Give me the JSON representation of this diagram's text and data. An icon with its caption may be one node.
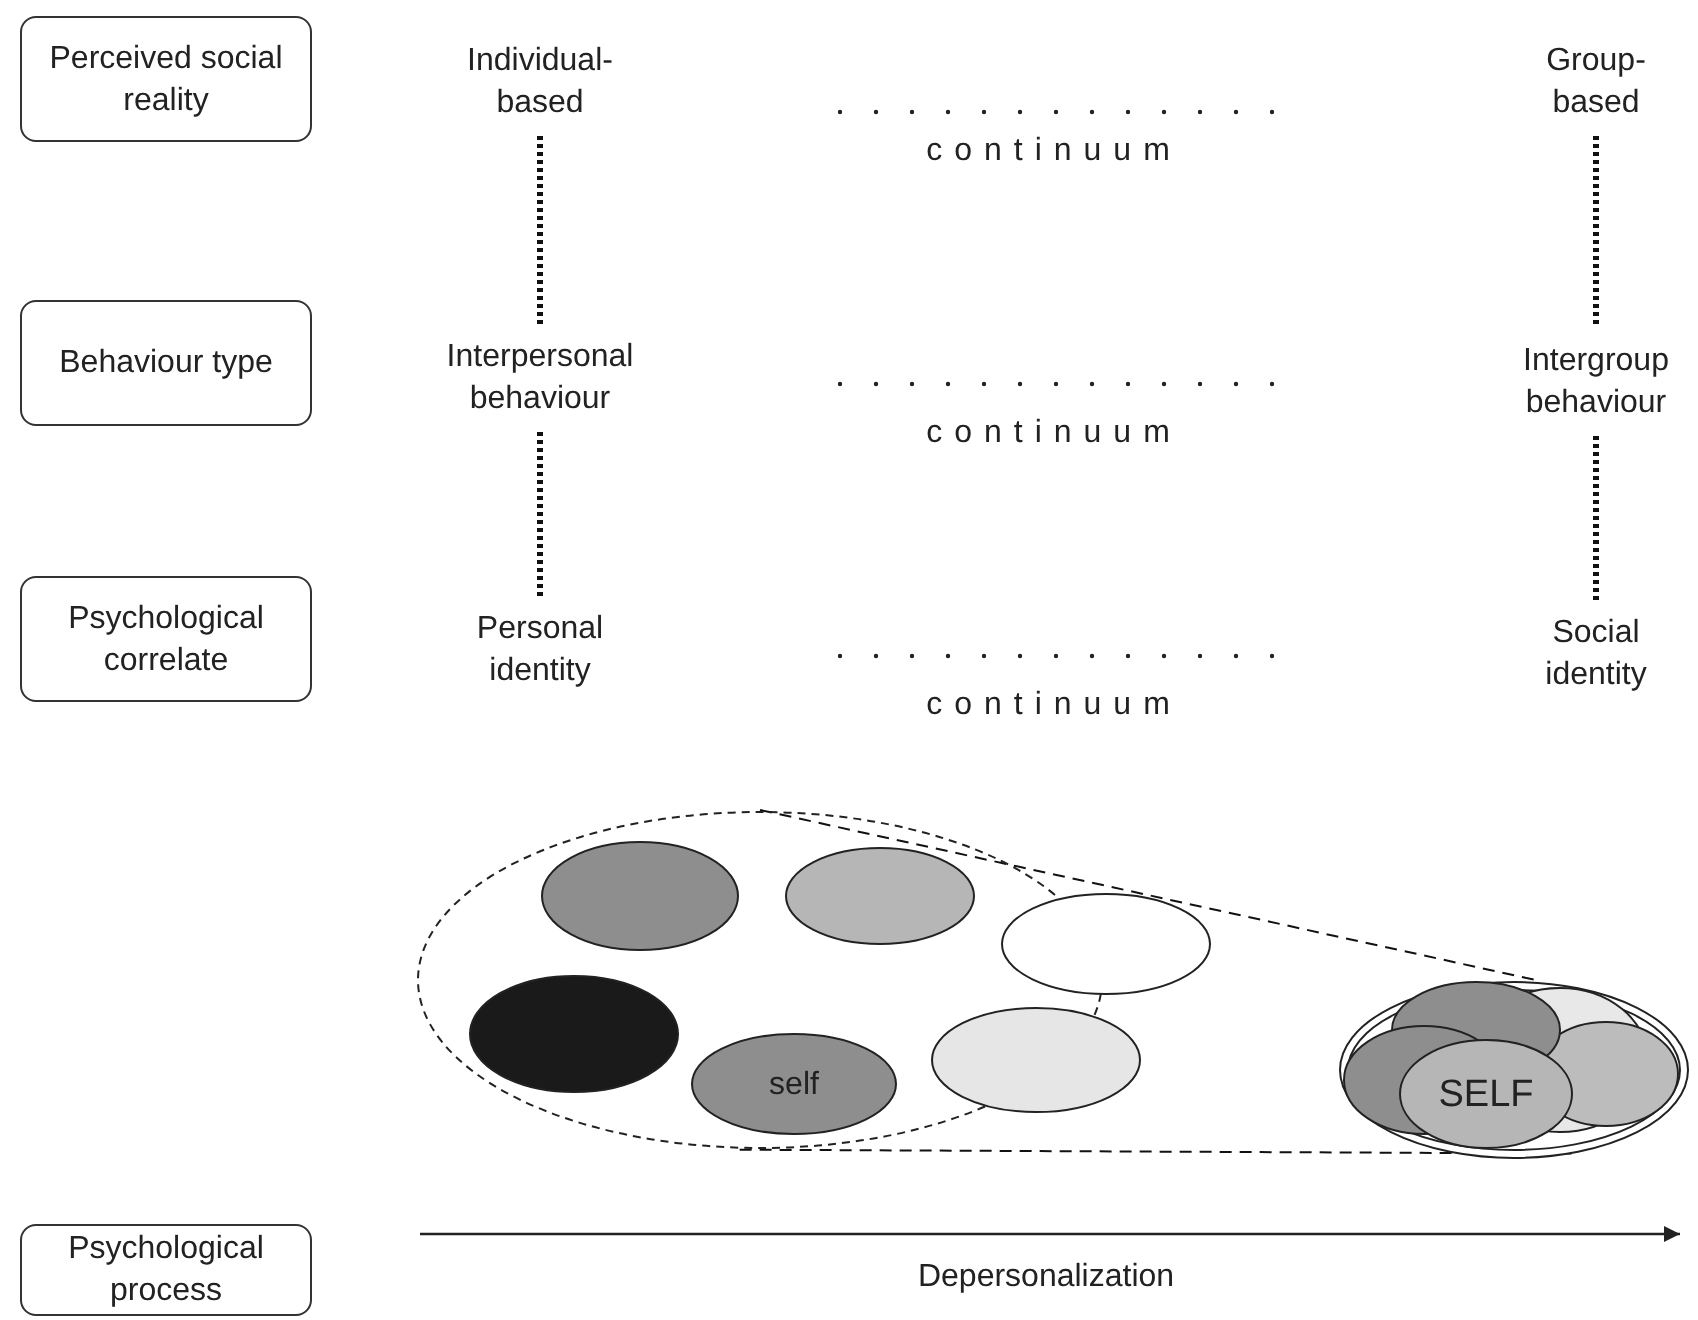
{
  "diagram": {
    "nodes": [
      {
        "text": [
          "Perceived social reality"
        ]
      },
      {
        "text": [
          "Individual- based"
        ]
      },
      {
        "text": [
          "Group- based"
        ]
      },
      {
        "text": [
          "Behaviour type"
        ]
      },
      {
        "text": [
          "Interpersonal behaviour"
        ]
      },
      {
        "text": [
          "Intergroup behaviour"
        ]
      },
      {
        "text": [
          "Psychological correlate"
        ]
      },
      {
        "text": [
          "Personal identity"
        ]
      },
      {
        "text": [
          "Social identity"
        ]
      },
      {
        "text": [
          "Psychological process"
        ]
      },
      {
        "text": [],
        "shape": "ellipse"
      },
      {
        "text": [],
        "shape": "ellipse",
        "in": 10
      },
      {
        "text": [],
        "shape": "ellipse",
        "in": 10
      },
      {
        "text": [],
        "shape": "ellipse"
      },
      {
        "text": [],
        "shape": "ellipse",
        "in": 10
      },
      {
        "text": [
          "self"
        ],
        "in": 10
      },
      {
        "text": [],
        "shape": "ellipse"
      },
      {
        "text": [],
        "shape": "ellipse"
      },
      {
        "text": [
          "SELF"
        ],
        "in": 17
      }
    ],
    "edges": [
      {
        "from": 1,
        "to": 4,
        "arrow": "none",
        "style": "dashed"
      },
      {
        "from": 4,
        "to": 7,
        "arrow": "none",
        "style": "dashed"
      },
      {
        "from": 2,
        "to": 5,
        "arrow": "none",
        "style": "dashed"
      },
      {
        "from": 5,
        "to": 8,
        "arrow": "none",
        "style": "dashed"
      },
      {
        "from": 10,
        "to": 17,
        "arrow": "none",
        "style": "dashed"
      },
      {
        "from": 10,
        "to": 17,
        "arrow": "none",
        "style": "dashed"
      }
    ],
    "labels": [
      "continuum",
      "continuum",
      "continuum",
      "Depersonalization"
    ]
  }
}
